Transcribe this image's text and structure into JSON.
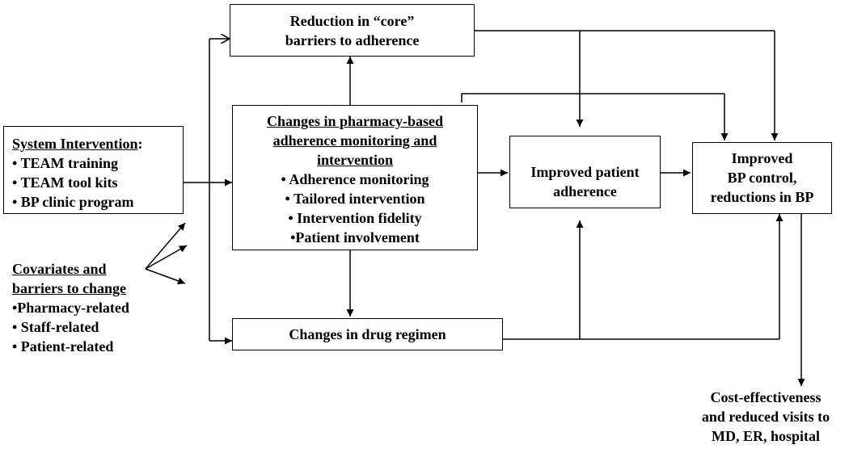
{
  "system_intervention": {
    "title": "System Intervention",
    "title_suffix": ":",
    "items": [
      "• TEAM training",
      "• TEAM tool kits",
      "• BP clinic program"
    ]
  },
  "covariates": {
    "title_line1": "Covariates and",
    "title_line2": "barriers to change",
    "items": [
      "•Pharmacy-related",
      "• Staff-related",
      "• Patient-related"
    ]
  },
  "reduction": {
    "line1": "Reduction in “core”",
    "line2": "barriers to adherence"
  },
  "pharmacy_changes": {
    "title_line1": "Changes in pharmacy-based",
    "title_line2": "adherence monitoring and",
    "title_line3": "intervention",
    "items": [
      "• Adherence monitoring",
      "• Tailored intervention",
      "• Intervention fidelity",
      "•Patient involvement"
    ]
  },
  "drug_regimen": {
    "label": "Changes in drug regimen"
  },
  "patient_adherence": {
    "line1": "Improved patient",
    "line2": "adherence"
  },
  "bp_control": {
    "line1": "Improved",
    "line2": "BP control,",
    "line3": "reductions in BP"
  },
  "outcomes": {
    "line1": "Cost-effectiveness",
    "line2": "and reduced visits to",
    "line3": "MD, ER, hospital"
  }
}
